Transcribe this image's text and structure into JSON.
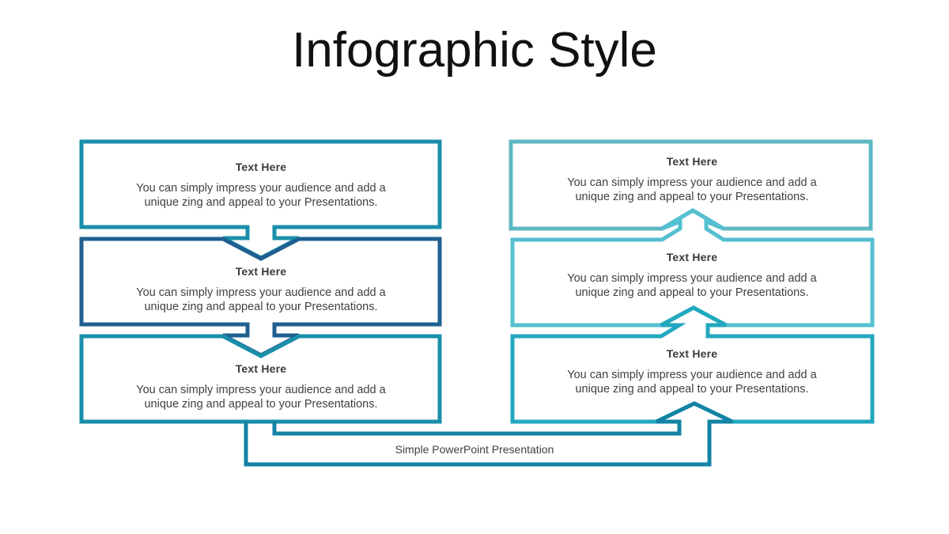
{
  "title": "Infographic Style",
  "footer_label": "Simple PowerPoint Presentation",
  "colors": {
    "teal": "#1A8FAA",
    "navy": "#1F6090",
    "light_teal": "#5DB8C4",
    "cyan": "#55C0D0",
    "mid_cyan": "#22A8BE",
    "connector": "#1283A5"
  },
  "left_column": [
    {
      "heading": "Text  Here",
      "body": "You can simply impress your audience and add a unique zing and appeal to your Presentations."
    },
    {
      "heading": "Text  Here",
      "body": "You can simply impress your audience and add a unique zing and appeal to your Presentations."
    },
    {
      "heading": "Text  Here",
      "body": "You can simply impress your audience and add a unique zing and appeal to your Presentations."
    }
  ],
  "right_column": [
    {
      "heading": "Text  Here",
      "body": "You can simply impress your audience and add a unique zing and appeal to your Presentations."
    },
    {
      "heading": "Text  Here",
      "body": "You can simply impress your audience and add a unique zing and appeal to your Presentations."
    },
    {
      "heading": "Text  Here",
      "body": "You can simply impress your audience and add a unique zing and appeal to your Presentations."
    }
  ]
}
